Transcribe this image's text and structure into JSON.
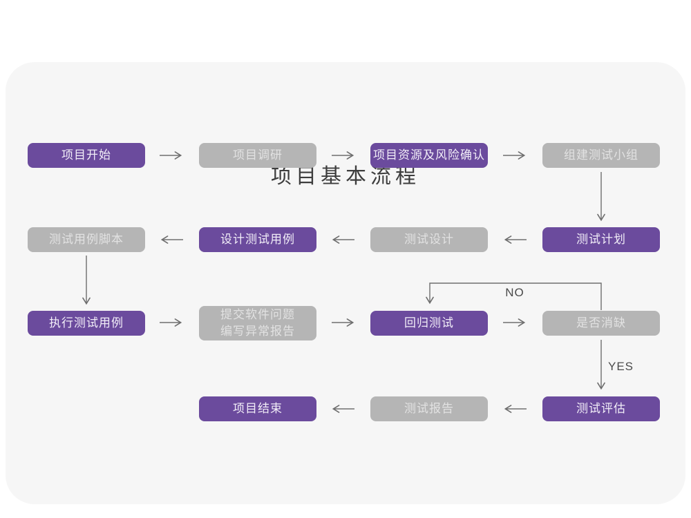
{
  "title": "项目基本流程",
  "colors": {
    "purple": "#6B4B9D",
    "purpletext": "#F2EEF8",
    "gray": "#B5B5B5",
    "graytext": "#E2E2E2",
    "card": "#F6F6F6",
    "arrow": "#6E6E6E",
    "title": "#3D3D3D",
    "edgetext": "#4A4A4A"
  },
  "labels": {
    "no": "NO",
    "yes": "YES"
  },
  "nodes": {
    "project_start": "项目开始",
    "project_research": "项目调研",
    "resources_risk": "项目资源及风险确认",
    "build_test_team": "组建测试小组",
    "test_case_script": "测试用例脚本",
    "design_test_case": "设计测试用例",
    "test_design": "测试设计",
    "test_plan": "测试计划",
    "execute_test_case": "执行测试用例",
    "submit_issue_report": "提交软件问题\n编写异常报告",
    "regression_test": "回归测试",
    "defect_cleared": "是否消缺",
    "project_end": "项目结束",
    "test_report": "测试报告",
    "test_evaluation": "测试评估"
  }
}
